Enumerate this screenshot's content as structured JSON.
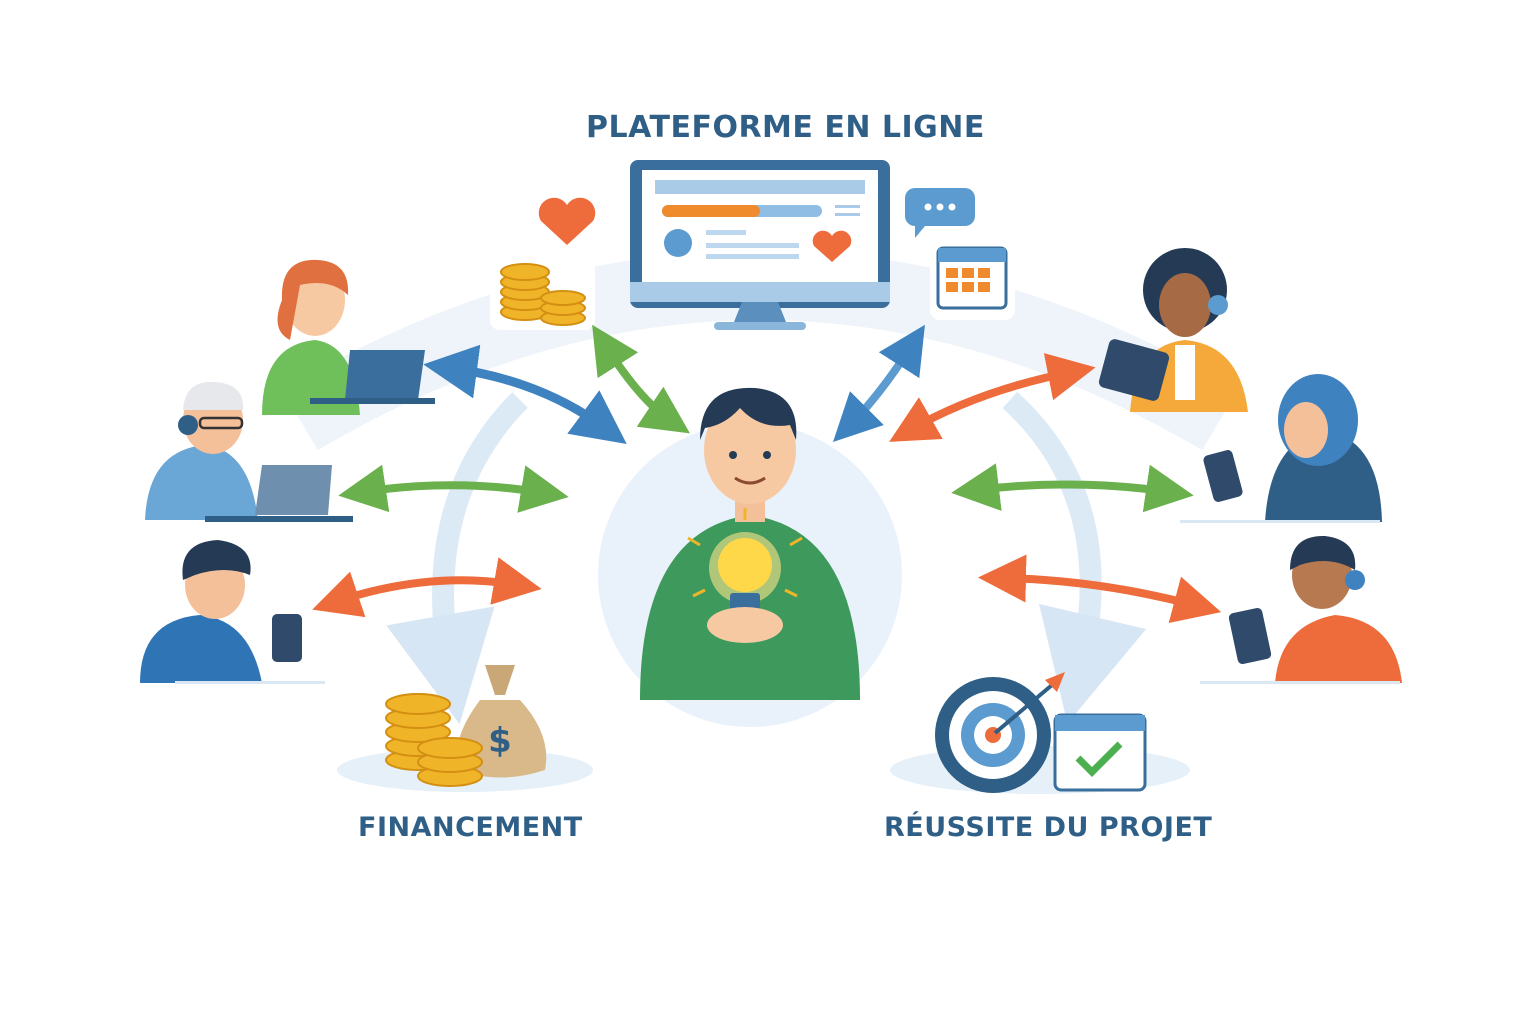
{
  "title": "PLATEFORME EN LIGNE",
  "labels": {
    "funding": "FINANCEMENT",
    "success": "RÉUSSITE DU PROJET"
  },
  "colors": {
    "text": "#2f5f86",
    "blue": "#3f82c0",
    "green": "#6ab04c",
    "orange": "#ee6b3b",
    "gold": "#f0b429",
    "background_arc": "#e8f1f9"
  },
  "icons": [
    "heart-icon",
    "coins-icon",
    "monitor-icon",
    "chat-bubble-icon",
    "calendar-icon",
    "lightbulb-icon",
    "money-bag-icon",
    "target-icon",
    "calendar-check-icon"
  ]
}
